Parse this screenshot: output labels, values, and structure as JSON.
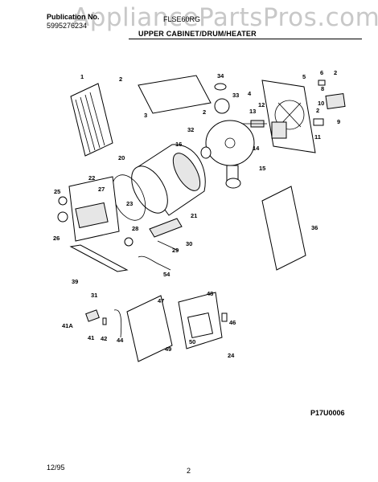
{
  "watermark": "AppliancePartsPros.com",
  "header": {
    "publication_label": "Publication No.",
    "publication_number": "5995276234",
    "model": "FLSE60RG",
    "section_title": "UPPER CABINET/DRUM/HEATER"
  },
  "footer": {
    "doc_id": "P17U0006",
    "date": "12/95",
    "page": "2"
  },
  "callouts": [
    "1",
    "2",
    "3",
    "34",
    "33",
    "4",
    "5",
    "6",
    "2",
    "12",
    "13",
    "14",
    "2",
    "8",
    "9",
    "10",
    "11",
    "32",
    "2",
    "16",
    "15",
    "20",
    "21",
    "22",
    "23",
    "25",
    "27",
    "26",
    "28",
    "30",
    "29",
    "54",
    "36",
    "39",
    "31",
    "47",
    "48",
    "46",
    "41A",
    "41",
    "42",
    "44",
    "49",
    "50",
    "24"
  ]
}
